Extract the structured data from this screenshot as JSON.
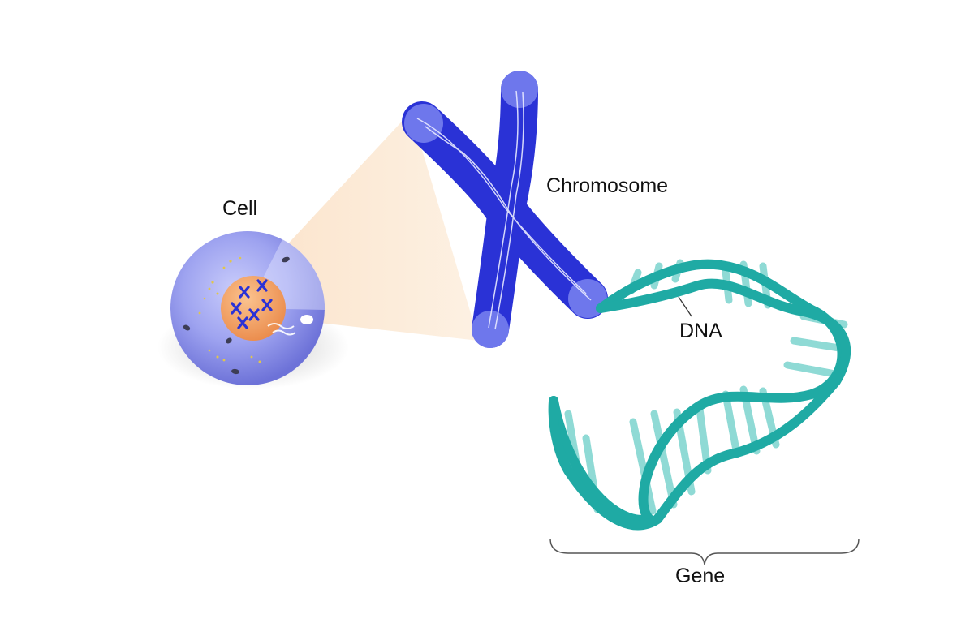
{
  "labels": {
    "cell": "Cell",
    "chromosome": "Chromosome",
    "dna": "DNA",
    "gene": "Gene"
  },
  "colors": {
    "cell_membrane": "#8f93ea",
    "nucleus": "#f3a366",
    "chromosome": "#2a32d6",
    "chromosome_tips": "#6e78ee",
    "dna_backbone": "#1faaa4",
    "dna_rungs": "#8fdad5",
    "zoom_cone": "#fcebd6",
    "text": "#111111"
  }
}
